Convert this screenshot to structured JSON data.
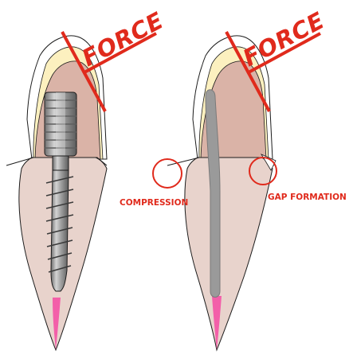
{
  "labels": {
    "force_left": "FORCE",
    "force_right": "FORCE",
    "compression": "COMPRESSION",
    "gap_formation": "GAP FORMATION"
  },
  "colors": {
    "annotation_red": "#e02a1c",
    "root_dentin": "#e8d3cc",
    "crown_dentin": "#dab3a7",
    "enamel": "#fcf0bf",
    "pulp_pink": "#f35fa9",
    "post_gray": "#9a9a9a",
    "outline": "#1c1c1c"
  }
}
